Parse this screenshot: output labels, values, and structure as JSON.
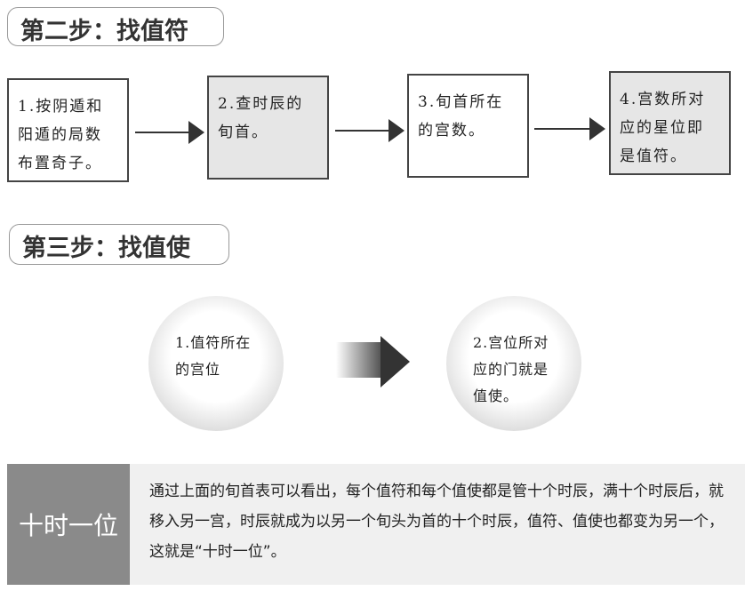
{
  "step2": {
    "title": "第二步：找值符",
    "boxes": [
      "1.按阴遁和阳遁的局数布置奇子。",
      "2.查时辰的旬首。",
      "3.旬首所在的宫数。",
      "4.宫数所对应的星位即是值符。"
    ]
  },
  "step3": {
    "title": "第三步：找值使",
    "circles": [
      "1.值符所在的宫位",
      "2.宫位所对应的门就是值使。"
    ]
  },
  "note": {
    "label": "十时一位",
    "text": "通过上面的旬首表可以看出，每个值符和每个值使都是管十个时辰，满十个时辰后，就移入另一宫，时辰就成为以另一个旬头为首的十个时辰，值符、值使也都变为另一个，这就是“十时一位”。"
  }
}
